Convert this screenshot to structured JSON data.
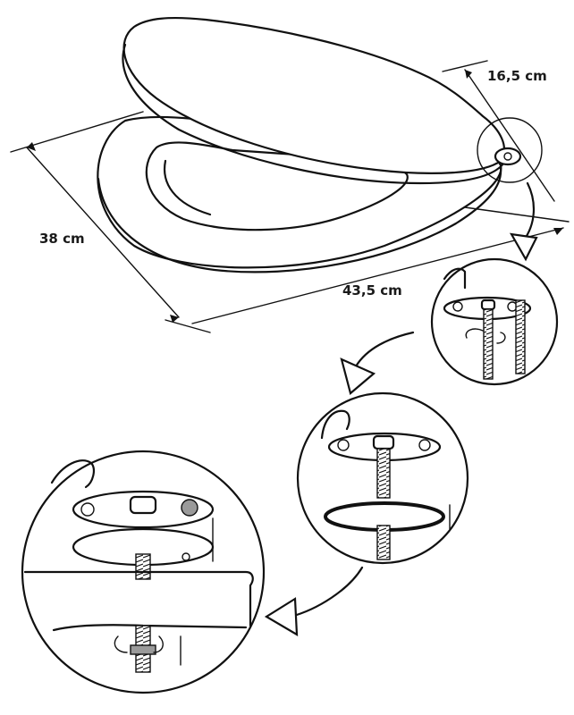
{
  "dimensions": {
    "width": "38 cm",
    "depth": "43,5 cm",
    "hinge_spacing": "16,5 cm"
  }
}
